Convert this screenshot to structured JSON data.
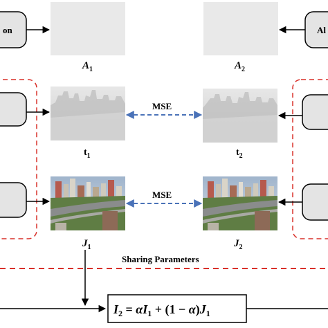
{
  "top_left_block": {
    "text": "on"
  },
  "top_right_block": {
    "text": "Al"
  },
  "A1": {
    "base": "A",
    "sub": "1"
  },
  "A2": {
    "base": "A",
    "sub": "2"
  },
  "t1": {
    "base": "t",
    "sub": "1"
  },
  "t2": {
    "base": "t",
    "sub": "2"
  },
  "J1": {
    "base": "J",
    "sub": "1"
  },
  "J2": {
    "base": "J",
    "sub": "2"
  },
  "mse_top": "MSE",
  "mse_bottom": "MSE",
  "sharing": "Sharing Parameters",
  "formula": {
    "lhs": "I",
    "lhs_sub": "2",
    "eq": " = ",
    "alpha1": "α",
    "i1": "I",
    "i1_sub": "1",
    "plus": " + (1 − ",
    "alpha2": "α",
    "close": ")",
    "j": "J",
    "j_sub": "1"
  },
  "colors": {
    "block_fill": "#e4e4e4",
    "red_dash": "#d9302a",
    "blue_dash": "#4a72b8"
  }
}
